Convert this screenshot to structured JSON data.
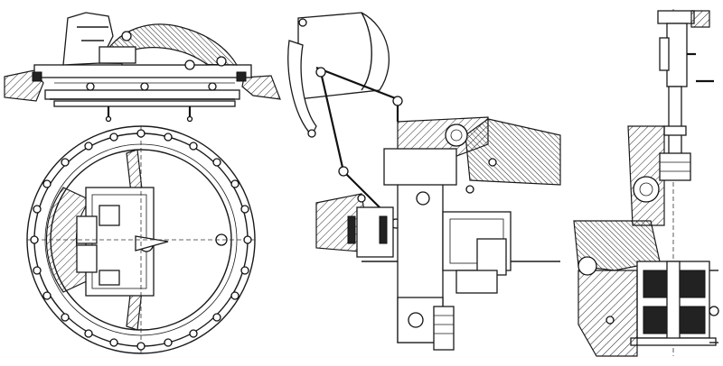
{
  "drawing": {
    "type": "technical-line-drawing",
    "views": [
      {
        "id": "top-left",
        "icon": "hatch-cover-section-view"
      },
      {
        "id": "bottom-left",
        "icon": "round-hatch-plan-view"
      },
      {
        "id": "center",
        "icon": "mechanism-side-section-view"
      },
      {
        "id": "right",
        "icon": "vertical-shaft-section-view"
      }
    ],
    "colors": {
      "ink": "#1a1a1a",
      "paper": "#ffffff"
    }
  }
}
